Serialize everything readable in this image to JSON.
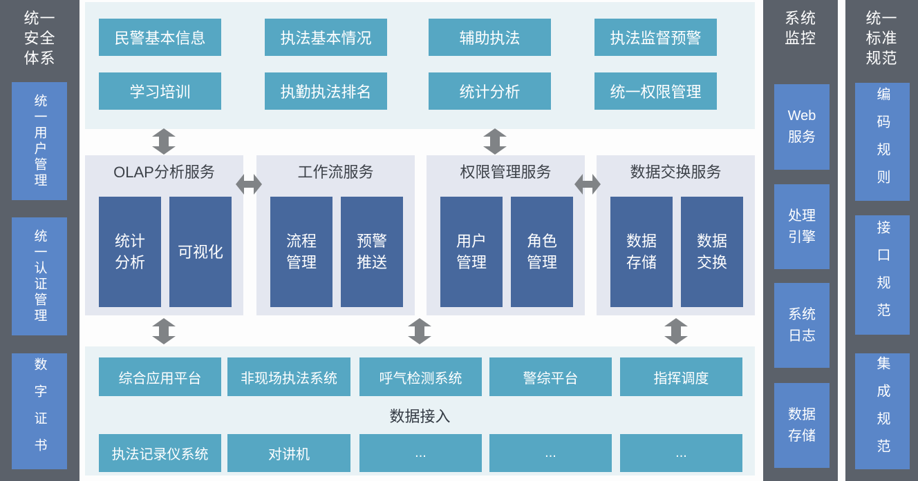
{
  "colors": {
    "gray_dark": "#5b616a",
    "blue": "#5a86c8",
    "teal": "#56a7c3",
    "navy": "#47689d",
    "panel_cyan": "#e9f2f5",
    "panel_lavender": "#e4e7f0",
    "arrow": "#808386",
    "ink": "#3c4148"
  },
  "security_column": {
    "title": "统一\n安全\n体系",
    "items": [
      "统一用户管理",
      "统一认证管理",
      "数字证书"
    ]
  },
  "top_panel": {
    "boxes": [
      "民警基本信息",
      "执法基本情况",
      "辅助执法",
      "执法监督预警",
      "学习培训",
      "执勤执法排名",
      "统计分析",
      "统一权限管理"
    ]
  },
  "service_panels": [
    {
      "title": "OLAP分析服务",
      "items": [
        "统计\n分析",
        "可视化"
      ]
    },
    {
      "title": "工作流服务",
      "items": [
        "流程\n管理",
        "预警\n推送"
      ]
    },
    {
      "title": "权限管理服务",
      "items": [
        "用户\n管理",
        "角色\n管理"
      ]
    },
    {
      "title": "数据交换服务",
      "items": [
        "数据\n存储",
        "数据\n交换"
      ]
    }
  ],
  "bottom_panel": {
    "top_row": [
      "综合应用平台",
      "非现场执法系统",
      "呼气检测系统",
      "警综平台",
      "指挥调度"
    ],
    "label": "数据接入",
    "bottom_row": [
      "执法记录仪系统",
      "对讲机",
      "...",
      "...",
      "..."
    ]
  },
  "monitor_column": {
    "title": "系统\n监控",
    "items": [
      "Web\n服务",
      "处理\n引擎",
      "系统\n日志",
      "数据\n存储"
    ]
  },
  "standards_column": {
    "title": "统一\n标准\n规范",
    "items": [
      "编码规则",
      "接口规范",
      "集成规范"
    ]
  }
}
